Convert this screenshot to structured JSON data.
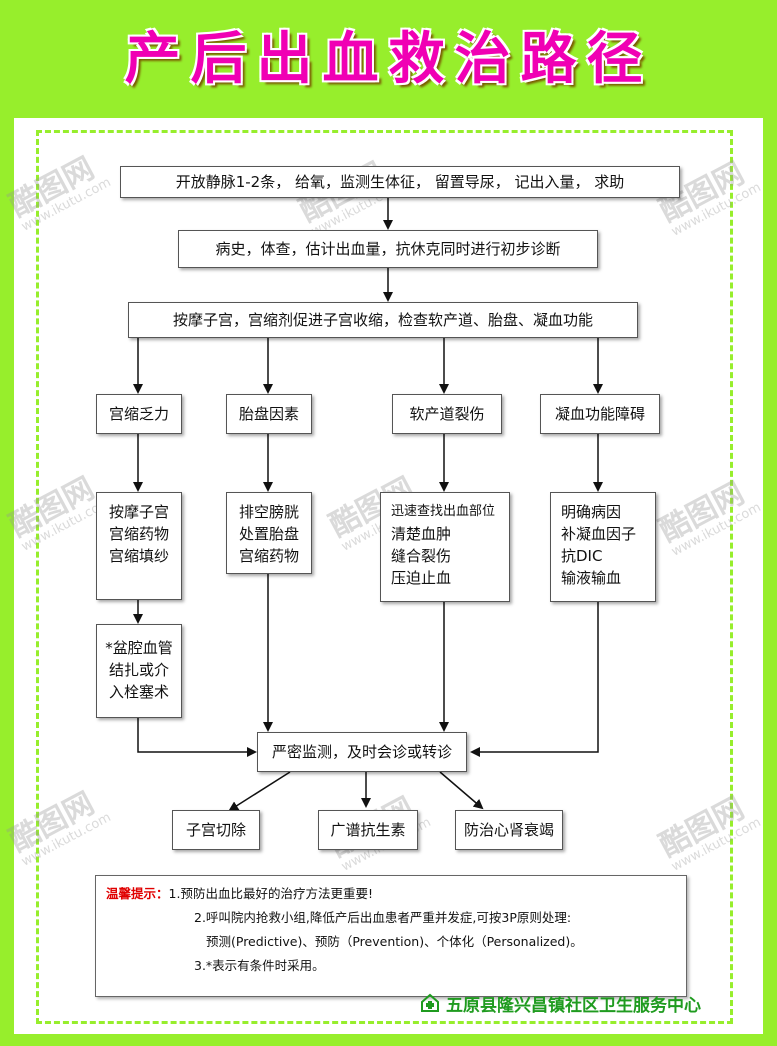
{
  "title": "产后出血救治路径",
  "steps": {
    "step1": "开放静脉1-2条， 给氧，监测生体征， 留置导尿， 记出入量， 求助",
    "step2": "病史，体查，估计出血量，抗休克同时进行初步诊断",
    "step3": "按摩子宫，宫缩剂促进子宫收缩，检查软产道、胎盘、凝血功能"
  },
  "causes": [
    "宫缩乏力",
    "胎盘因素",
    "软产道裂伤",
    "凝血功能障碍"
  ],
  "treatments": {
    "uterine": [
      "按摩子宫",
      "宫缩药物",
      "宫缩填纱"
    ],
    "placenta": [
      "排空膀胱",
      "处置胎盘",
      "宫缩药物"
    ],
    "laceration": [
      "迅速查找出血部位",
      "清楚血肿",
      "缝合裂伤",
      "压迫止血"
    ],
    "coagulation": [
      "明确病因",
      "补凝血因子",
      "抗DIC",
      "输液输血"
    ]
  },
  "embolization": [
    "*盆腔血管",
    "结扎或介",
    "入栓塞术"
  ],
  "monitor": "严密监测，及时会诊或转诊",
  "outcomes": [
    "子宫切除",
    "广谱抗生素",
    "防治心肾衰竭"
  ],
  "tips": {
    "label": "温馨提示：",
    "line1": "1.预防出血比最好的治疗方法更重要!",
    "line2a": "2.呼叫院内抢救小组,降低产后出血患者严重并发症,可按3P原则处理:",
    "line2b": "预测(Predictive)、预防（Prevention)、个体化（Personalized)。",
    "line3": "3.*表示有条件时采用。"
  },
  "footer": "五原县隆兴昌镇社区卫生服务中心",
  "watermark": {
    "brand": "酷图网",
    "url": "www.ikutu.com"
  },
  "colors": {
    "header": "#97ee2c",
    "title": "#f000b4",
    "tip_label": "#e00000",
    "footer": "#1f9b1f"
  }
}
